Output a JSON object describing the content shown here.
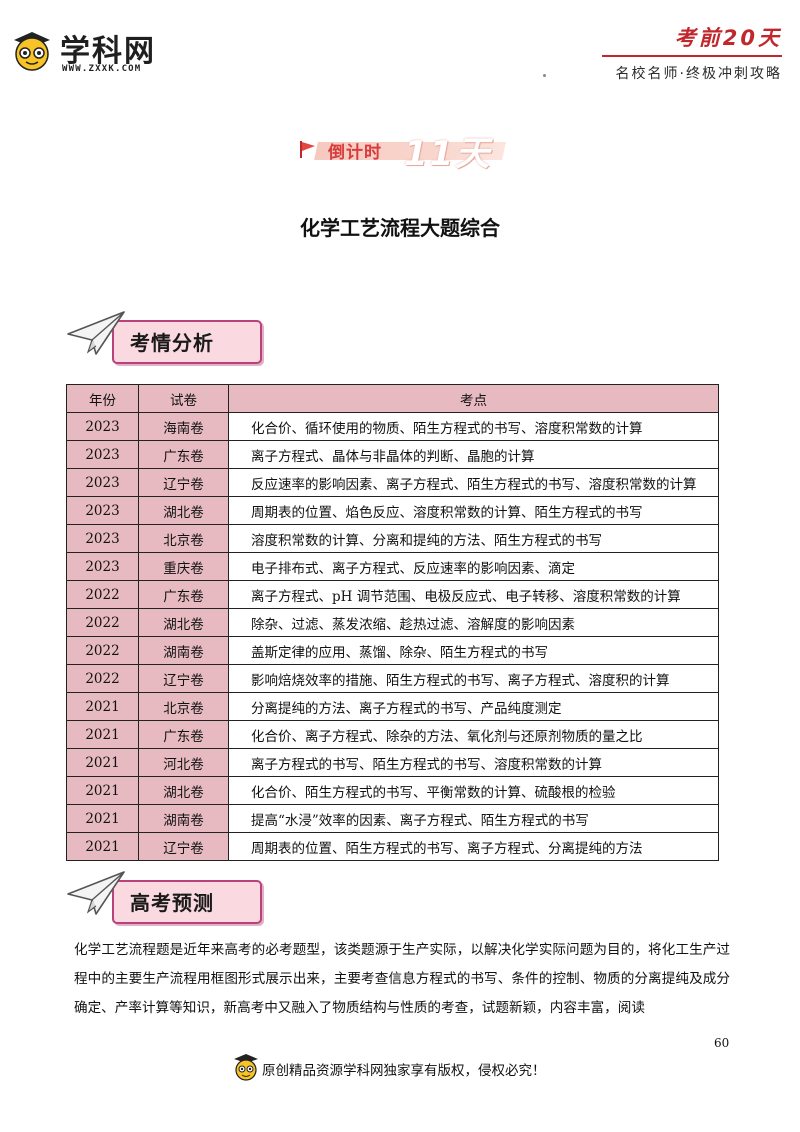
{
  "header": {
    "logo_title": "学科网",
    "logo_url": "WWW.ZXXK.COM",
    "countdown_label": "考前20天",
    "tagline": "名校名师·终极冲刺攻略"
  },
  "banner": {
    "label": "倒计时",
    "number": "11天"
  },
  "page_title": "化学工艺流程大题综合",
  "section_analysis": {
    "label": "考情分析"
  },
  "table": {
    "headers": {
      "year": "年份",
      "paper": "试卷",
      "points": "考点"
    },
    "rows": [
      {
        "year": "2023",
        "paper": "海南卷",
        "points": "化合价、循环使用的物质、陌生方程式的书写、溶度积常数的计算"
      },
      {
        "year": "2023",
        "paper": "广东卷",
        "points": "离子方程式、晶体与非晶体的判断、晶胞的计算"
      },
      {
        "year": "2023",
        "paper": "辽宁卷",
        "points": "反应速率的影响因素、离子方程式、陌生方程式的书写、溶度积常数的计算"
      },
      {
        "year": "2023",
        "paper": "湖北卷",
        "points": "周期表的位置、焰色反应、溶度积常数的计算、陌生方程式的书写"
      },
      {
        "year": "2023",
        "paper": "北京卷",
        "points": "溶度积常数的计算、分离和提纯的方法、陌生方程式的书写"
      },
      {
        "year": "2023",
        "paper": "重庆卷",
        "points": "电子排布式、离子方程式、反应速率的影响因素、滴定"
      },
      {
        "year": "2022",
        "paper": "广东卷",
        "points": "离子方程式、pH 调节范围、电极反应式、电子转移、溶度积常数的计算"
      },
      {
        "year": "2022",
        "paper": "湖北卷",
        "points": "除杂、过滤、蒸发浓缩、趁热过滤、溶解度的影响因素"
      },
      {
        "year": "2022",
        "paper": "湖南卷",
        "points": "盖斯定律的应用、蒸馏、除杂、陌生方程式的书写"
      },
      {
        "year": "2022",
        "paper": "辽宁卷",
        "points": "影响焙烧效率的措施、陌生方程式的书写、离子方程式、溶度积的计算"
      },
      {
        "year": "2021",
        "paper": "北京卷",
        "points": "分离提纯的方法、离子方程式的书写、产品纯度测定"
      },
      {
        "year": "2021",
        "paper": "广东卷",
        "points": "化合价、离子方程式、除杂的方法、氧化剂与还原剂物质的量之比"
      },
      {
        "year": "2021",
        "paper": "河北卷",
        "points": "离子方程式的书写、陌生方程式的书写、溶度积常数的计算"
      },
      {
        "year": "2021",
        "paper": "湖北卷",
        "points": "化合价、陌生方程式的书写、平衡常数的计算、硫酸根的检验"
      },
      {
        "year": "2021",
        "paper": "湖南卷",
        "points": "提高“水浸”效率的因素、离子方程式、陌生方程式的书写"
      },
      {
        "year": "2021",
        "paper": "辽宁卷",
        "points": "周期表的位置、陌生方程式的书写、离子方程式、分离提纯的方法"
      }
    ]
  },
  "section_prediction": {
    "label": "高考预测"
  },
  "paragraph": "化学工艺流程题是近年来高考的必考题型，该类题源于生产实际，以解决化学实际问题为目的，将化工生产过程中的主要生产流程用框图形式展示出来，主要考查信息方程式的书写、条件的控制、物质的分离提纯及成分确定、产率计算等知识，新高考中又融入了物质结构与性质的考查，试题新颖，内容丰富，阅读",
  "page_number": "60",
  "footer": {
    "text": "原创精品资源学科网独家享有版权，侵权必究！"
  }
}
